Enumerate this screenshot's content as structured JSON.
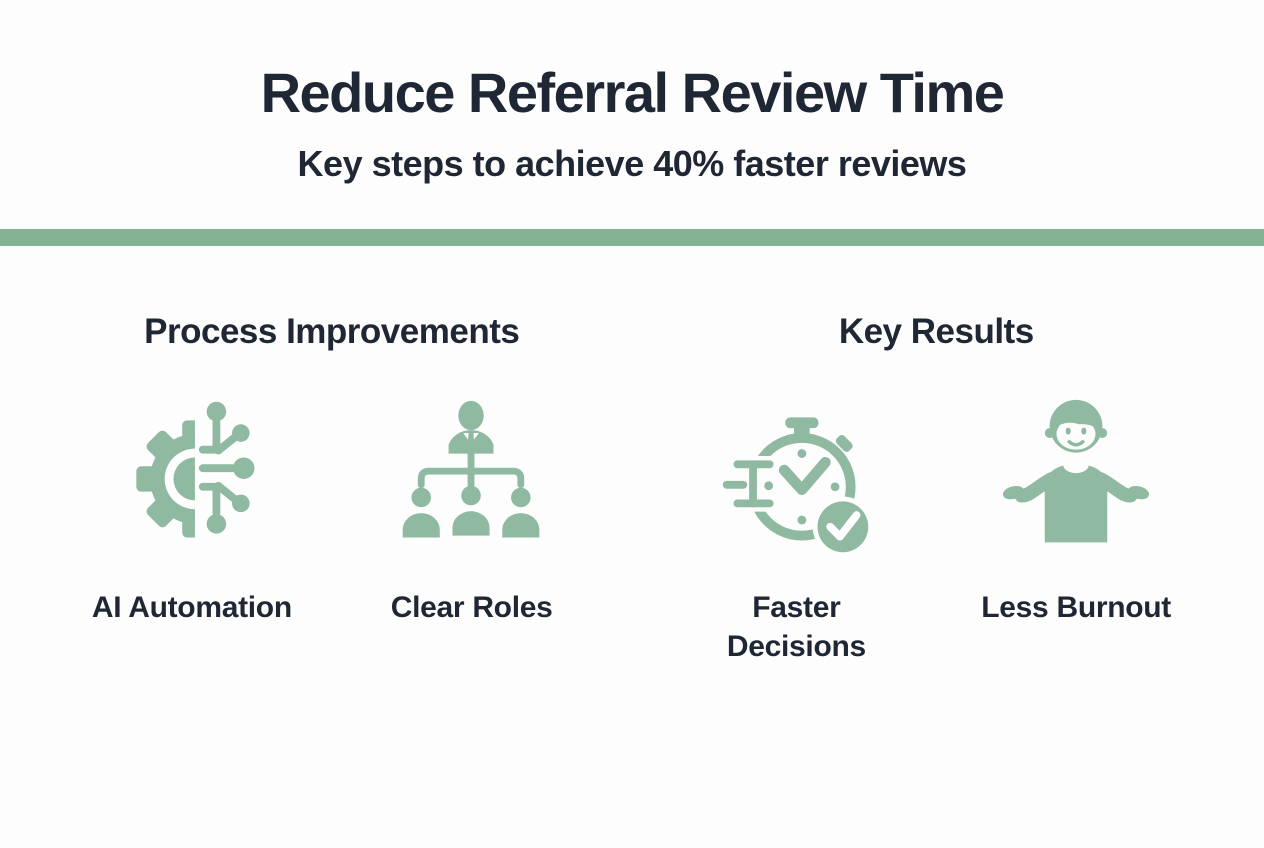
{
  "header": {
    "title": "Reduce Referral Review Time",
    "subtitle": "Key steps to achieve 40% faster reviews"
  },
  "theme": {
    "icon_green": "#8fb9a1",
    "divider_green": "#85b295",
    "text_navy": "#1e2733",
    "background": "#fdfdfd"
  },
  "sections": [
    {
      "title": "Process Improvements",
      "items": [
        {
          "label": "AI Automation",
          "icon": "ai-automation-gear-circuit-icon"
        },
        {
          "label": "Clear Roles",
          "icon": "org-chart-icon"
        }
      ]
    },
    {
      "title": "Key Results",
      "items": [
        {
          "label": "Faster Decisions",
          "icon": "stopwatch-check-icon"
        },
        {
          "label": "Less Burnout",
          "icon": "relaxed-person-icon"
        }
      ]
    }
  ]
}
